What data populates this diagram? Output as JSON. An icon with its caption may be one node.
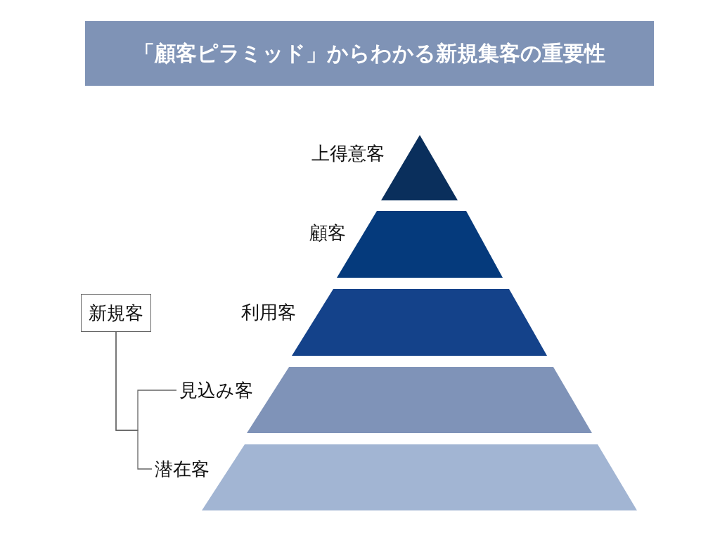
{
  "diagram": {
    "title": "「顧客ピラミッド」からわかる新規集客の重要性",
    "nodes": [
      {
        "text": [
          "上得意客"
        ]
      },
      {
        "text": [
          "顧客"
        ]
      },
      {
        "text": [
          "利用客"
        ]
      },
      {
        "text": [
          "見込み客"
        ]
      },
      {
        "text": [
          "潜在客"
        ]
      },
      {
        "text": [
          "新規客"
        ]
      }
    ],
    "edges": [
      {
        "from": 5,
        "to": 3,
        "arrow": "none"
      },
      {
        "from": 5,
        "to": 4,
        "arrow": "none"
      }
    ]
  }
}
